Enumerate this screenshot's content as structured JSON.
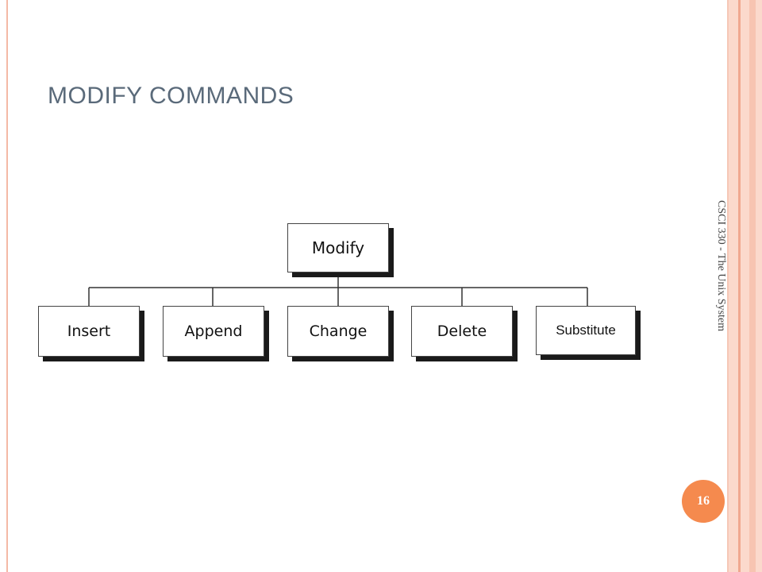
{
  "slide": {
    "title": "MODIFY COMMANDS",
    "side_note": "CSCI 330 - The Unix System",
    "page_number": "16"
  },
  "diagram": {
    "root": "Modify",
    "children": [
      "Insert",
      "Append",
      "Change",
      "Delete",
      "Substitute"
    ]
  },
  "colors": {
    "frame": "#f4b9a6",
    "badge": "#f58a4e",
    "title": "#5a6a7a"
  }
}
